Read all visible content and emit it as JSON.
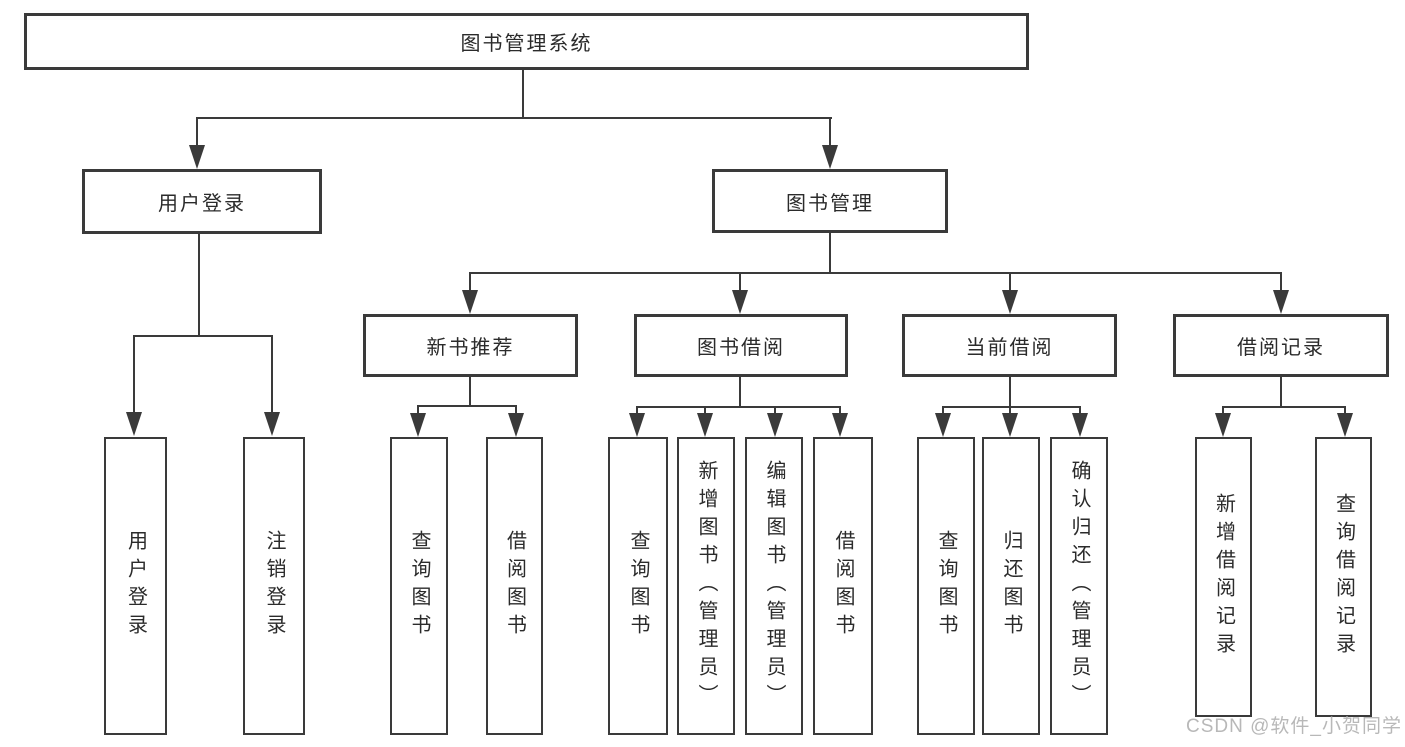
{
  "colors": {
    "line": "#3a3a3a",
    "text": "#2b2b2b",
    "watermark": "#b5b5b5",
    "bg": "#ffffff"
  },
  "diagram": {
    "root": {
      "label": "图书管理系统"
    },
    "branches": {
      "user_login": {
        "label": "用户登录",
        "children": {
          "login": {
            "label": "用户登录"
          },
          "logout": {
            "label": "注销登录"
          }
        }
      },
      "book_mgmt": {
        "label": "图书管理",
        "children": {
          "new_book_rec": {
            "label": "新书推荐",
            "children": {
              "query_book": {
                "label": "查询图书"
              },
              "borrow_book": {
                "label": "借阅图书"
              }
            }
          },
          "book_borrow": {
            "label": "图书借阅",
            "children": {
              "query_book": {
                "label": "查询图书"
              },
              "add_book": {
                "label": "新增图书（管理员）"
              },
              "edit_book": {
                "label": "编辑图书（管理员）"
              },
              "borrow_book": {
                "label": "借阅图书"
              }
            }
          },
          "current_borrow": {
            "label": "当前借阅",
            "children": {
              "query_book": {
                "label": "查询图书"
              },
              "return_book": {
                "label": "归还图书"
              },
              "confirm_return": {
                "label": "确认归还（管理员）"
              }
            }
          },
          "borrow_record": {
            "label": "借阅记录",
            "children": {
              "add_record": {
                "label": "新增借阅记录"
              },
              "query_record": {
                "label": "查询借阅记录"
              }
            }
          }
        }
      }
    }
  },
  "watermark": {
    "text": "CSDN @软件_小贺同学"
  }
}
